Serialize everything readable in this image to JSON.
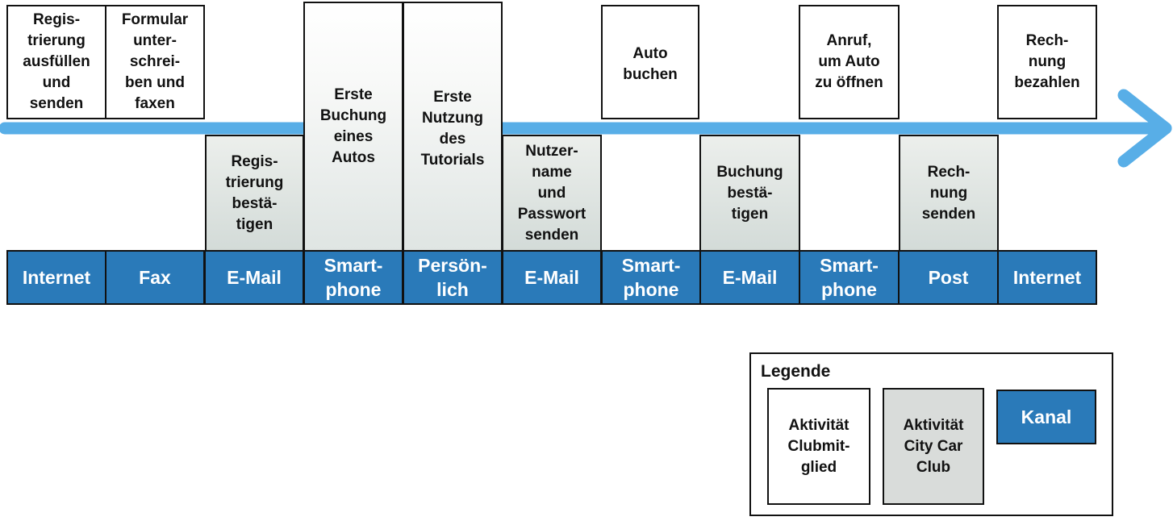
{
  "member_activities": [
    "Regis-\ntrierung\nausfüllen\nund\nsenden",
    "Formular\nunter-\nschrei-\nben und\nfaxen",
    "Auto\nbuchen",
    "Anruf,\num Auto\nzu öffnen",
    "Rech-\nnung\nbezahlen"
  ],
  "shared_activities": [
    "Erste\nBuchung\neines\nAutos",
    "Erste\nNutzung\ndes\nTutorials"
  ],
  "club_activities": [
    "Regis-\ntrierung\nbestä-\ntigen",
    "Nutzer-\nname\nund\nPasswort\nsenden",
    "Buchung\nbestä-\ntigen",
    "Rech-\nnung\nsenden"
  ],
  "channels": [
    "Internet",
    "Fax",
    "E-Mail",
    "Smart-\nphone",
    "Persön-\nlich",
    "E-Mail",
    "Smart-\nphone",
    "E-Mail",
    "Smart-\nphone",
    "Post",
    "Internet"
  ],
  "legend": {
    "title": "Legende",
    "member": "Aktivität\nClubmit-\nglied",
    "club": "Aktivität\nCity Car\nClub",
    "channel": "Kanal"
  },
  "colors": {
    "arrow": "#58aee7",
    "channel": "#2a7ab9",
    "club": "#d3dbd8"
  }
}
